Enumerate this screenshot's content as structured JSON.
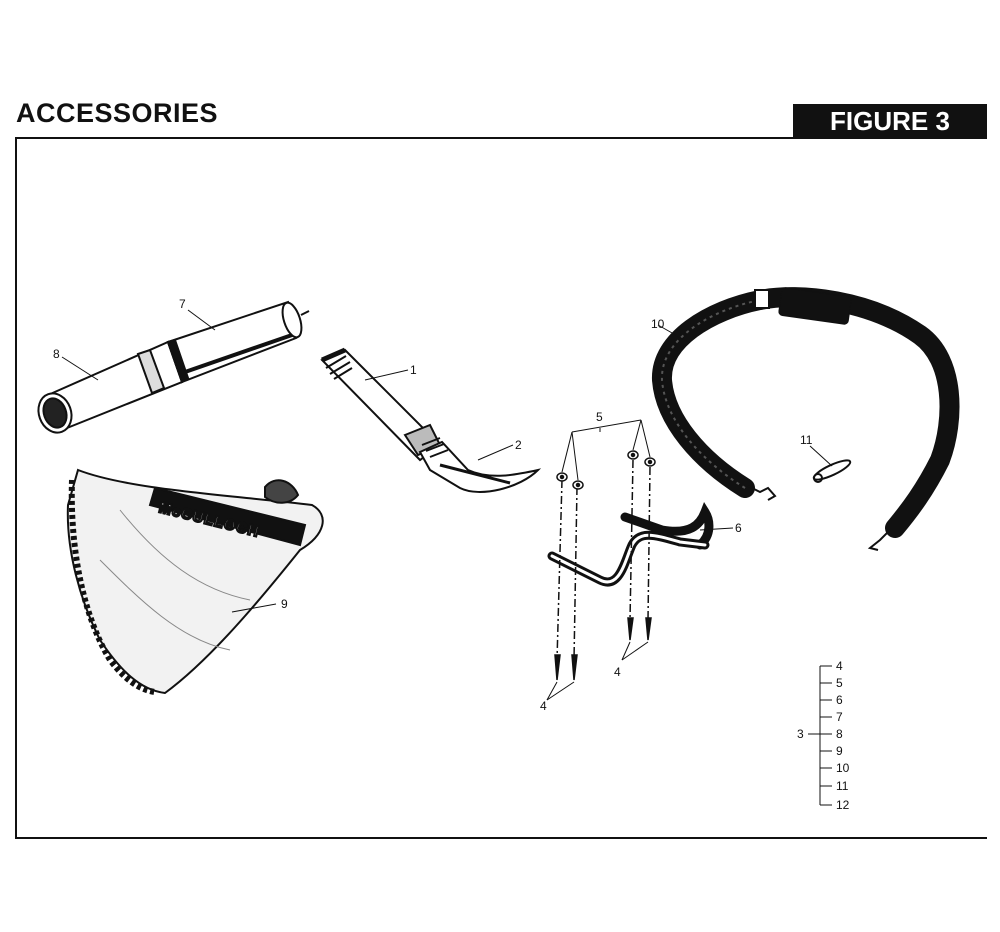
{
  "header": {
    "title": "ACCESSORIES",
    "figure_label": "FIGURE 3"
  },
  "callouts": {
    "p1": "1",
    "p2": "2",
    "p4a": "4",
    "p4b": "4",
    "p5": "5",
    "p6": "6",
    "p7": "7",
    "p8": "8",
    "p9": "9",
    "p10": "10",
    "p11": "11"
  },
  "bag_logo": "McCULLOCH",
  "kit_tree": {
    "parent": "3",
    "items": [
      "4",
      "5",
      "6",
      "7",
      "8",
      "9",
      "10",
      "11",
      "12"
    ]
  }
}
